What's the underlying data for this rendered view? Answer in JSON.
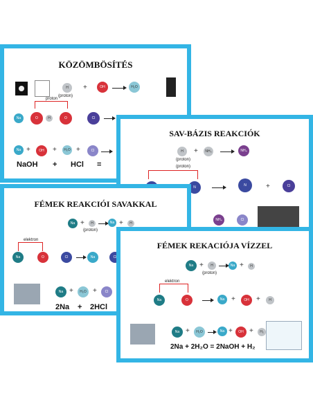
{
  "cards": {
    "kozombosites": {
      "title": "KÖZÖMBÖSÍTÉS",
      "proton_label": "(proton)",
      "proton_arrow_label": "proton",
      "equation": {
        "left": "NaOH",
        "plus": "+",
        "right": "HCl",
        "eq": "="
      }
    },
    "sav_bazis": {
      "title": "SAV-BÁZIS REAKCIÓK",
      "proton_label": "(proton)",
      "proton_arrow_label": "(proton)"
    },
    "femek_savakkal": {
      "title": "FÉMEK REAKCIÓI SAVAKKAL",
      "proton_label": "(proton)",
      "electron_label": "elektron",
      "equation": {
        "left": "2Na",
        "plus": "+",
        "right": "2HCl"
      }
    },
    "femek_vizzel": {
      "title": "FÉMEK REKACIÓJA VÍZZEL",
      "proton_label": "(proton)",
      "electron_label": "elektron",
      "equation": "2Na + 2H₂O = 2NaOH + H₂"
    }
  },
  "colors": {
    "frame": "#33b5e5",
    "sodium": "#3aa9c9",
    "hydroxide": "#d8323a",
    "hydrogen": "#d0d4d8",
    "chloride": "#8a86c9",
    "water": "#8bc7d6"
  }
}
